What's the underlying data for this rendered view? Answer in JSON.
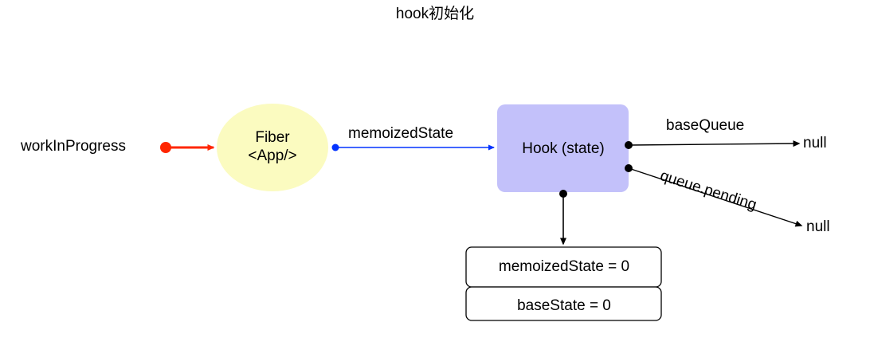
{
  "title": "hook初始化",
  "colors": {
    "fiber_fill": "#fbfbc0",
    "hook_fill": "#c3c1fa",
    "workinprogress_accent": "#ff2600",
    "memoizedstate_edge": "#0433ff",
    "edge_default": "#000000",
    "box_stroke": "#000000",
    "background": "#ffffff"
  },
  "nodes": {
    "workinprogress": {
      "label": "workInProgress"
    },
    "fiber": {
      "line1": "Fiber",
      "line2": "<App/>"
    },
    "hook": {
      "label": "Hook (state)"
    },
    "null_basequeue": {
      "label": "null"
    },
    "null_queuepending": {
      "label": "null"
    },
    "state_table": {
      "rows": [
        {
          "label": "memoizedState = 0"
        },
        {
          "label": "baseState = 0"
        }
      ]
    }
  },
  "edges": [
    {
      "id": "workinprogress-to-fiber",
      "label": "",
      "color": "#ff2600"
    },
    {
      "id": "fiber-to-hook",
      "label": "memoizedState",
      "color": "#0433ff"
    },
    {
      "id": "hook-to-null-basequeue",
      "label": "baseQueue",
      "color": "#000000"
    },
    {
      "id": "hook-to-null-queuepending",
      "label": "queue.pending",
      "color": "#000000"
    },
    {
      "id": "hook-to-state-table",
      "label": "",
      "color": "#000000"
    }
  ]
}
